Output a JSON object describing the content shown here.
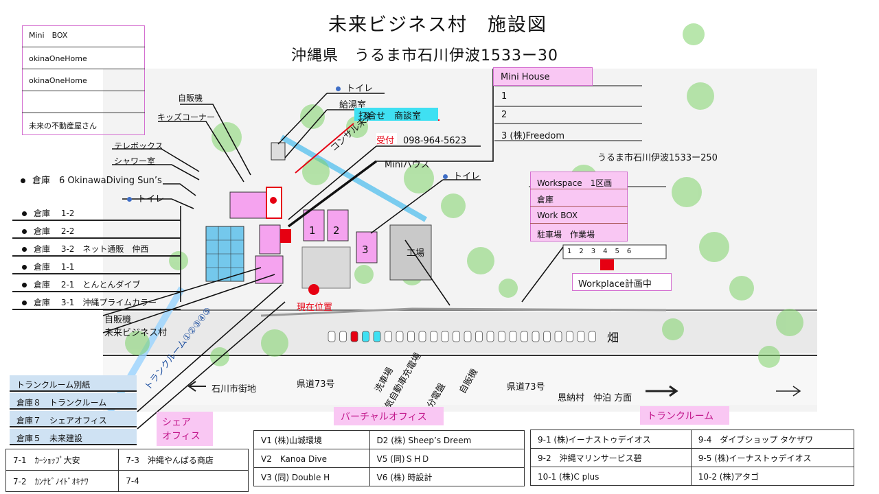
{
  "title": "未来ビジネス村　施設図",
  "address": "沖縄県　うるま市石川伊波1533ー30",
  "address2": "うるま市石川伊波1533ー250",
  "mini_box_list": [
    "Mini　BOX",
    "okinaOneHome",
    "okinaOneHome",
    "",
    "未来の不動産屋さん"
  ],
  "mini_house": {
    "header": "Mini House",
    "rows": [
      "1",
      "2",
      "3 (株)Freedom"
    ]
  },
  "workspace_box": [
    "Workspace　1区画",
    "倉庫",
    "Work BOX",
    "駐車場　作業場"
  ],
  "workplace_plan": "Workplace計画中",
  "callouts": {
    "toilet_top": "トイレ",
    "kyutoshitsu": "給湯室",
    "meeting": "打合せ　商談室",
    "consul": "コンサル未来",
    "reception": "受付　098-964-5623",
    "minihouse": "Miniハウス",
    "toilet_mid": "トイレ",
    "vending_top": "自販機",
    "kids": "キッズコーナー",
    "telebox": "テレボックス",
    "shower": "シャワー室",
    "warehouse6": "倉庫　6 OkinawaDiving Sun’s",
    "toilet_left": "トイレ",
    "vending_bottom": "自販機",
    "mirai_village": "未来ビジネス村",
    "current": "現在位置",
    "factory": "工場",
    "field": "畑"
  },
  "warehouse_list": [
    "倉庫　 1-2",
    "倉庫　 2-2",
    "倉庫　 3-2　ネット通販　仲西",
    "倉庫　 1-1",
    "倉庫　 2-1　とんとんダイブ",
    "倉庫　 3-1　沖縄プライムカラー"
  ],
  "road_labels": {
    "trunk_diag": "トランクルーム①②③④⑤",
    "ishikawa": "石川市街地",
    "route73_left": "県道73号",
    "route73_right": "県道73号",
    "onna": "恩納村　仲泊 方面",
    "carwash": "洗車場",
    "ev": "電気自動車充電場",
    "switchboard": "分電盤",
    "vending_road": "自販機",
    "mini_numbers": [
      "1",
      "2",
      "3"
    ],
    "workplace_numbers": [
      "1",
      "2",
      "3",
      "4",
      "5",
      "6"
    ]
  },
  "trunk_box": [
    "トランクルーム別紙",
    "倉庫８　トランクルーム",
    "倉庫７　シェアオフィス",
    "倉庫５　未来建設"
  ],
  "share_office_label": [
    "シェア",
    "オフィス"
  ],
  "section_labels": {
    "virtual": "バーチャルオフィス",
    "trunk": "トランクルーム"
  },
  "share_table": [
    [
      "7-1　ｶｰｼｮｯﾌﾟ大安",
      "7-3　沖縄やんばる商店"
    ],
    [
      "7-2　ｶﾝﾅﾋﾞﾉｲﾄﾞｵｷﾅﾜ",
      "7-4"
    ]
  ],
  "virtual_table": [
    [
      "V1 (株)山城環境",
      "D2 (株) Sheep’s Dreem"
    ],
    [
      "V2　Kanoa Dive",
      "V5 (同)ＳＨＤ"
    ],
    [
      "V3 (同) Double H",
      "V6 (株) 時設計"
    ]
  ],
  "trunk_table": [
    [
      "9-1 (株)イーナストゥデイオス",
      "9-4　ダイブショップ タケザワ"
    ],
    [
      "9-2　沖縄マリンサービス碧",
      "9-5 (株)イーナストゥデイオス"
    ],
    [
      "10-1 (株)C plus",
      "10-2 (株)アタゴ"
    ]
  ],
  "colors": {
    "pink": "#f9c7f3",
    "magenta_border": "#d46fd0",
    "light_blue": "#cfe2f3",
    "cyan": "#3fe0f2",
    "red": "#e60012",
    "tree_green": "#7fd36a"
  }
}
